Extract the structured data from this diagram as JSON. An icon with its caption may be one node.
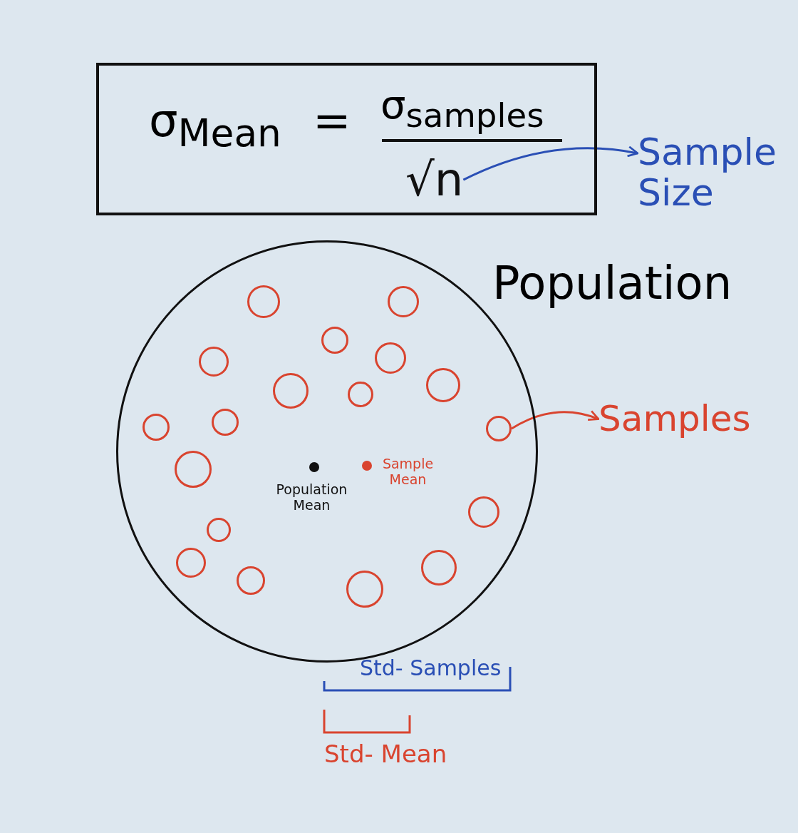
{
  "diagram": {
    "nodes": [
      {
        "text": [
          "σ$_{Mean}$",
          "=",
          "σ$_{samples}$"
        ]
      },
      {
        "text": [
          "√n"
        ],
        "in": 0
      },
      {
        "text": [
          "Sample Size"
        ]
      },
      {
        "text": [
          "Population"
        ]
      },
      {
        "text": [],
        "shape": "circle",
        "in": 3
      },
      {
        "text": [],
        "shape": "circle",
        "in": 3
      },
      {
        "text": [],
        "shape": "circle",
        "in": 3
      },
      {
        "text": [],
        "shape": "circle",
        "in": 3
      },
      {
        "text": [],
        "shape": "circle",
        "in": 3
      },
      {
        "text": [],
        "shape": "circle",
        "in": 3
      },
      {
        "text": [],
        "shape": "circle",
        "in": 3
      },
      {
        "text": [],
        "shape": "circle",
        "in": 3
      },
      {
        "text": [],
        "shape": "circle",
        "in": 3
      },
      {
        "text": [],
        "shape": "circle",
        "in": 3
      },
      {
        "text": [],
        "shape": "circle",
        "in": 3
      },
      {
        "text": [],
        "shape": "circle",
        "in": 3
      },
      {
        "text": [],
        "shape": "circle",
        "in": 3
      },
      {
        "text": [],
        "shape": "circle",
        "in": 3
      },
      {
        "text": [],
        "shape": "circle",
        "in": 3
      },
      {
        "text": [],
        "shape": "circle",
        "in": 3
      },
      {
        "text": [],
        "shape": "circle",
        "in": 3
      },
      {
        "text": [],
        "shape": "circle",
        "in": 3
      },
      {
        "text": [
          "Samples"
        ]
      }
    ],
    "edges": [
      {
        "from": 1,
        "to": 2,
        "arrow": "to",
        "color": "#2a4fb5"
      },
      {
        "from": 14,
        "to": 22,
        "arrow": "to",
        "color": "#d9442f"
      }
    ],
    "labels": [
      "Population Mean",
      "Sample Mean",
      "Std- Samples",
      "Std- Mean"
    ]
  }
}
